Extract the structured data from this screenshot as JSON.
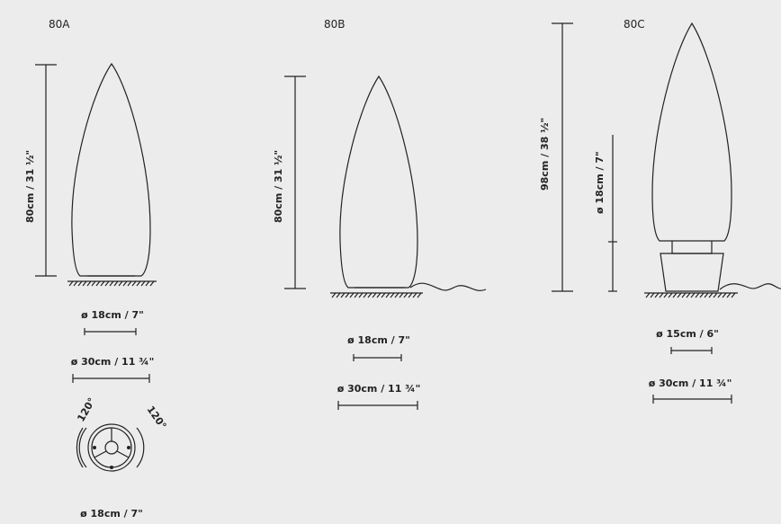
{
  "variants": [
    {
      "name": "80A",
      "height": "80cm / 31 ½\"",
      "dia_inner": "ø 18cm / 7\"",
      "dia_outer": "ø 30cm / 11 ¾\""
    },
    {
      "name": "80B",
      "height": "80cm / 31 ½\"",
      "dia_inner": "ø 18cm / 7\"",
      "dia_outer": "ø 30cm / 11 ¾\""
    },
    {
      "name": "80C",
      "height": "98cm / 38 ½\"",
      "base_height": "ø 18cm / 7\"",
      "dia_inner": "ø 15cm / 6\"",
      "dia_outer": "ø 30cm / 11 ¾\""
    }
  ],
  "mount": {
    "angle_left": "120°",
    "angle_right": "120°",
    "dia": "ø 18cm / 7\""
  }
}
